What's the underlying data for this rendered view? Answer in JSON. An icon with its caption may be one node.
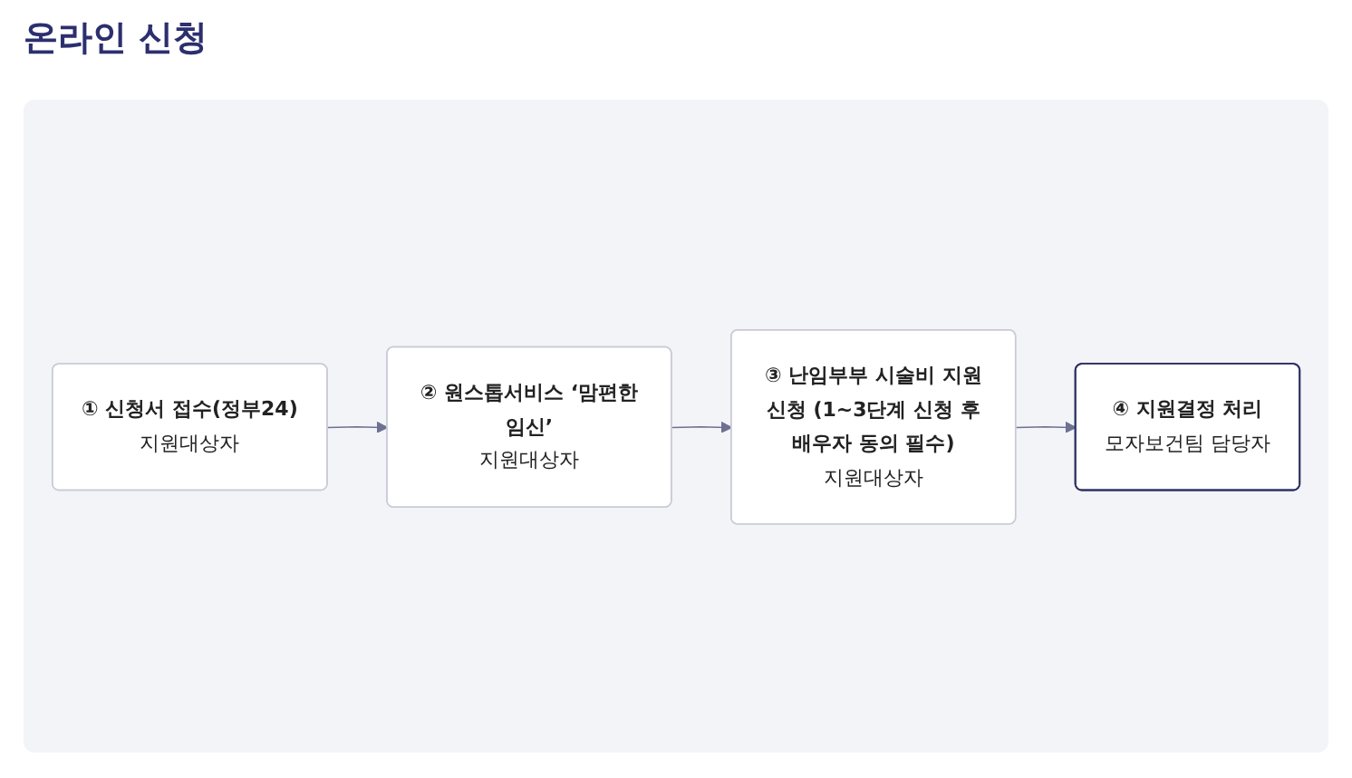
{
  "diagram": {
    "title": "온라인 신청",
    "nodes": [
      {
        "text": [
          "① 신청서 접수(정부24)",
          "지원대상자"
        ]
      },
      {
        "text": [
          "② 원스톱서비스 ‘맘편한 임신’",
          "지원대상자"
        ]
      },
      {
        "text": [
          "③ 난임부부 시술비 지원 신청 (1~3단계 신청 후 배우자 동의 필수)",
          "지원대상자"
        ]
      },
      {
        "text": [
          "④ 지원결정 처리",
          "모자보건팀 담당자"
        ]
      }
    ],
    "edges": [
      {
        "from": 0,
        "to": 1,
        "arrow": "to"
      },
      {
        "from": 1,
        "to": 2,
        "arrow": "to"
      },
      {
        "from": 2,
        "to": 3,
        "arrow": "to"
      }
    ]
  }
}
